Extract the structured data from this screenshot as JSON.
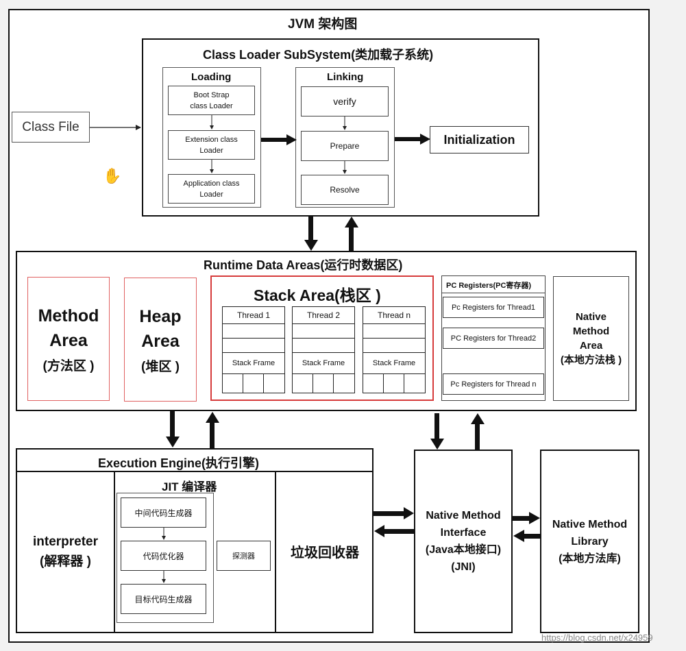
{
  "diagram": {
    "title": "JVM 架构图",
    "class_file": "Class File",
    "class_loader": {
      "title": "Class Loader SubSystem(类加载子系统)",
      "loading": {
        "label": "Loading",
        "items": [
          "Boot Strap\nclass Loader",
          "Extension class\nLoader",
          "Application class\nLoader"
        ]
      },
      "linking": {
        "label": "Linking",
        "items": [
          "verify",
          "Prepare",
          "Resolve"
        ]
      },
      "initialization": "Initialization"
    },
    "runtime": {
      "title": "Runtime Data Areas(运行时数据区)",
      "method_area": {
        "name": "Method\nArea",
        "cn": "(方法区 )"
      },
      "heap_area": {
        "name": "Heap\nArea",
        "cn": "(堆区 )"
      },
      "stack_area": {
        "title": "Stack Area(栈区 )",
        "threads": [
          "Thread 1",
          "Thread 2",
          "Thread n"
        ],
        "frame_label": "Stack Frame"
      },
      "pc_registers": {
        "title": "PC Registers(PC寄存器)",
        "items": [
          "Pc Registers for Thread1",
          "PC Registers for Thread2",
          "Pc Registers for Thread n"
        ]
      },
      "native_method_area": "Native\nMethod\nArea\n(本地方法栈 )"
    },
    "execution_engine": {
      "title": "Execution Engine(执行引擎)",
      "interpreter": "interpreter\n(解释器 )",
      "jit": {
        "title": "JIT 编译器",
        "steps": [
          "中间代码生成器",
          "代码优化器",
          "目标代码生成器"
        ],
        "profiler": "探测器"
      },
      "gc": "垃圾回收器"
    },
    "native_interface": "Native Method\nInterface\n(Java本地接口)\n(JNI)",
    "native_library": "Native Method\nLibrary\n(本地方法库)",
    "watermark": "https://blog.csdn.net/x24959"
  }
}
